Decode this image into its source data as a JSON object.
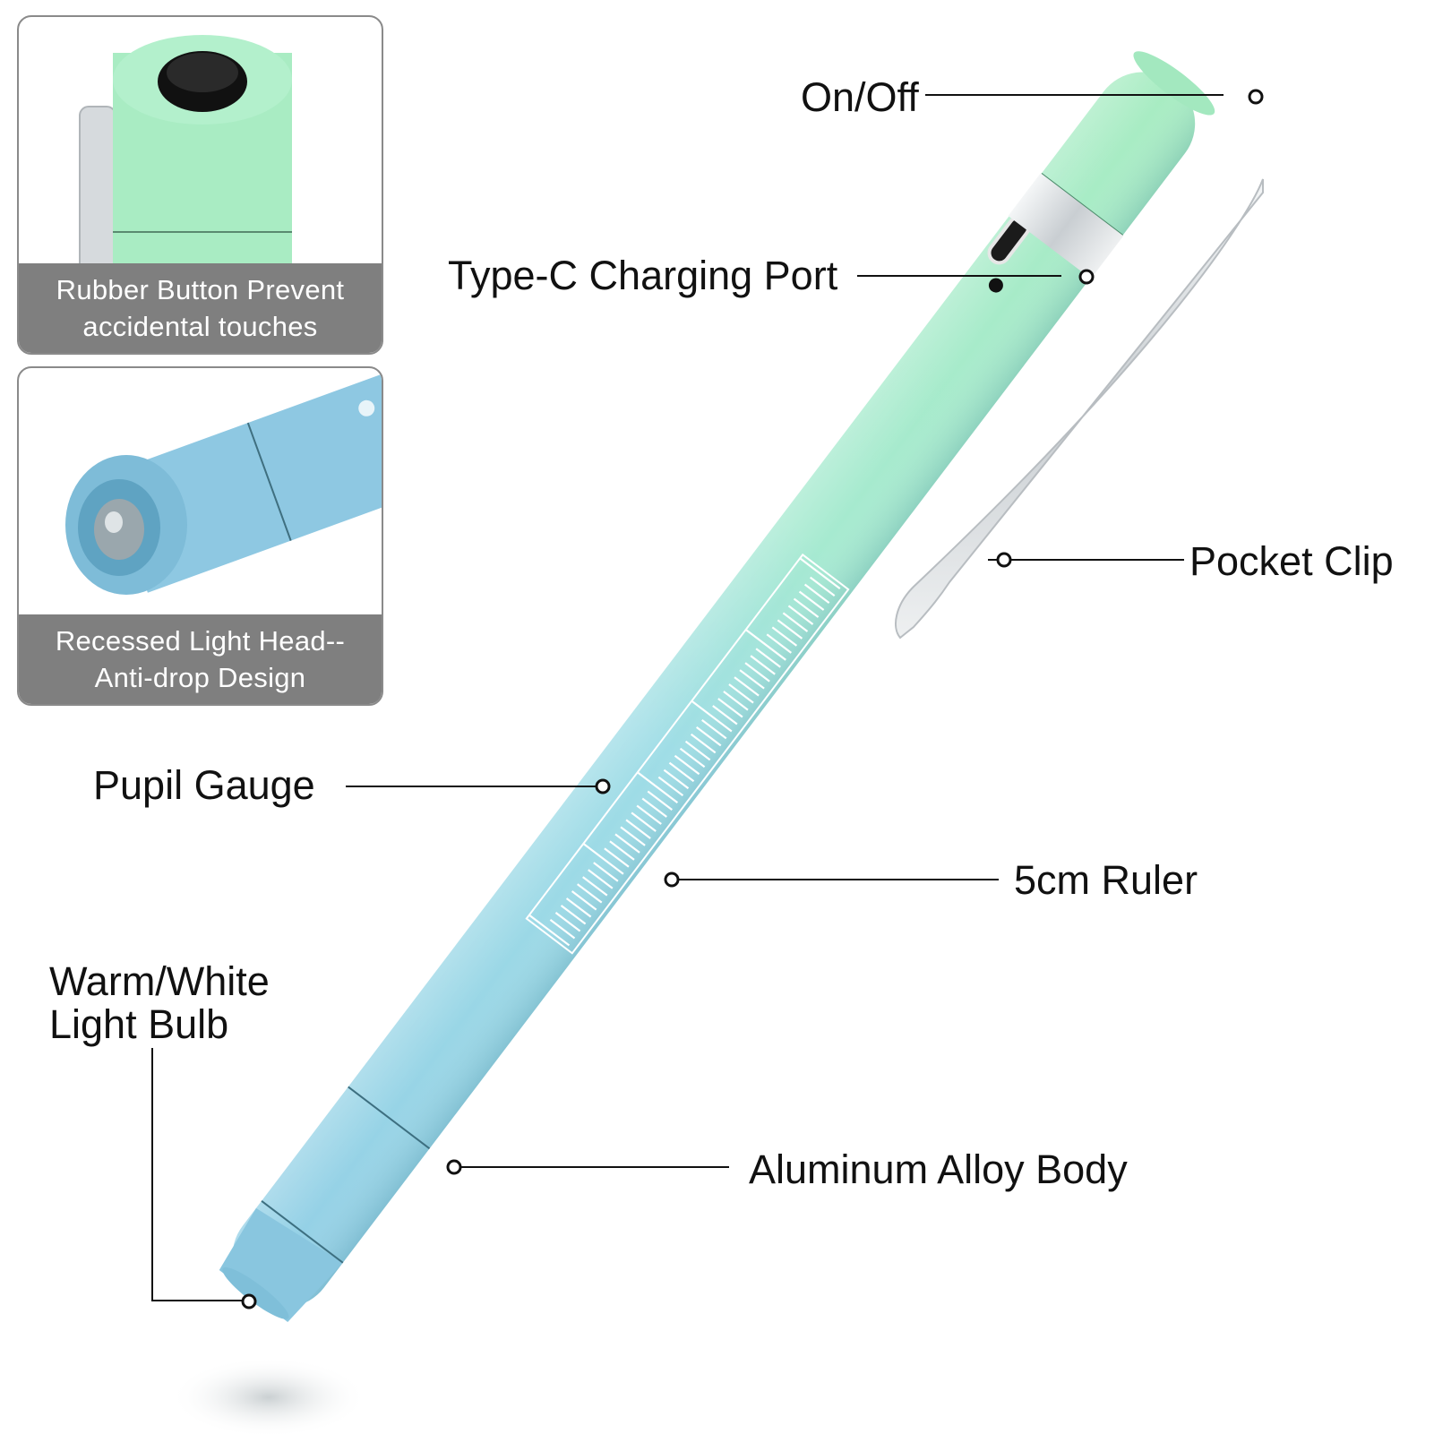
{
  "panels": {
    "top": {
      "caption_line1": "Rubber Button Prevent",
      "caption_line2": "accidental touches"
    },
    "bottom": {
      "caption_line1": "Recessed Light Head--",
      "caption_line2": "Anti-drop Design"
    }
  },
  "callouts": {
    "on_off": "On/Off",
    "charging_port": "Type-C Charging Port",
    "pocket_clip": "Pocket Clip",
    "pupil_gauge": "Pupil Gauge",
    "ruler": "5cm Ruler",
    "bulb_line1": "Warm/White",
    "bulb_line2": "Light Bulb",
    "body": "Aluminum Alloy Body"
  },
  "colors": {
    "pen_green": "#a8ecc4",
    "pen_blue": "#8ecbe4",
    "caption_bg": "#7f7f7f",
    "clip_silver": "#d9dde0"
  }
}
